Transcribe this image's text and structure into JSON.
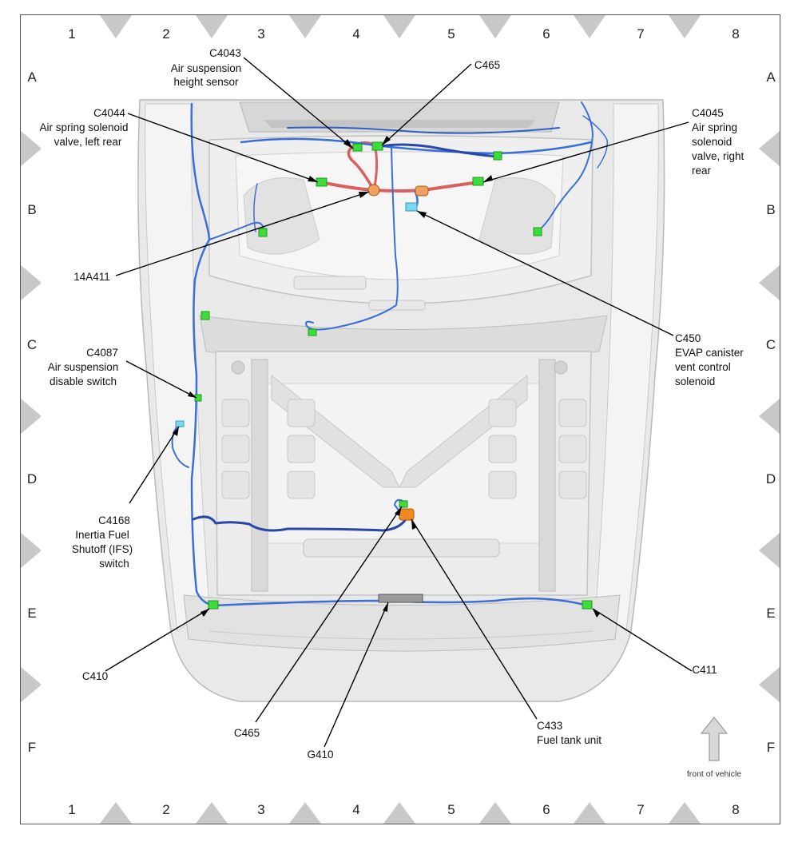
{
  "grid": {
    "columns": [
      "1",
      "2",
      "3",
      "4",
      "5",
      "6",
      "7",
      "8"
    ],
    "rows": [
      "A",
      "B",
      "C",
      "D",
      "E",
      "F"
    ]
  },
  "components": {
    "c4043": {
      "id": "C4043",
      "desc": [
        "Air suspension",
        "height sensor"
      ]
    },
    "c465_top": {
      "id": "C465",
      "desc": []
    },
    "c4044": {
      "id": "C4044",
      "desc": [
        "Air spring solenoid",
        "valve, left rear"
      ]
    },
    "c4045": {
      "id": "C4045",
      "desc": [
        "Air spring",
        "solenoid",
        "valve, right",
        "rear"
      ]
    },
    "p14a411": {
      "id": "14A411",
      "desc": []
    },
    "c450": {
      "id": "C450",
      "desc": [
        "EVAP canister",
        "vent control",
        "solenoid"
      ]
    },
    "c4087": {
      "id": "C4087",
      "desc": [
        "Air suspension",
        "disable switch"
      ]
    },
    "c4168": {
      "id": "C4168",
      "desc": [
        "Inertia Fuel",
        "Shutoff (IFS)",
        "switch"
      ]
    },
    "c410": {
      "id": "C410",
      "desc": []
    },
    "c411": {
      "id": "C411",
      "desc": []
    },
    "c465_bottom": {
      "id": "C465",
      "desc": []
    },
    "g410": {
      "id": "G410",
      "desc": []
    },
    "c433": {
      "id": "C433",
      "desc": [
        "Fuel tank unit"
      ]
    }
  },
  "orientation": {
    "label": "front of vehicle"
  },
  "colors": {
    "connector": "#3ddc3d",
    "harness": "#3a6fd8",
    "harness_red": "#d86060",
    "fuel_unit": "#f08a1e",
    "evap": "#7ad7f0",
    "body": "#e6e6e6",
    "grid_triangle": "#c8c8c8"
  }
}
